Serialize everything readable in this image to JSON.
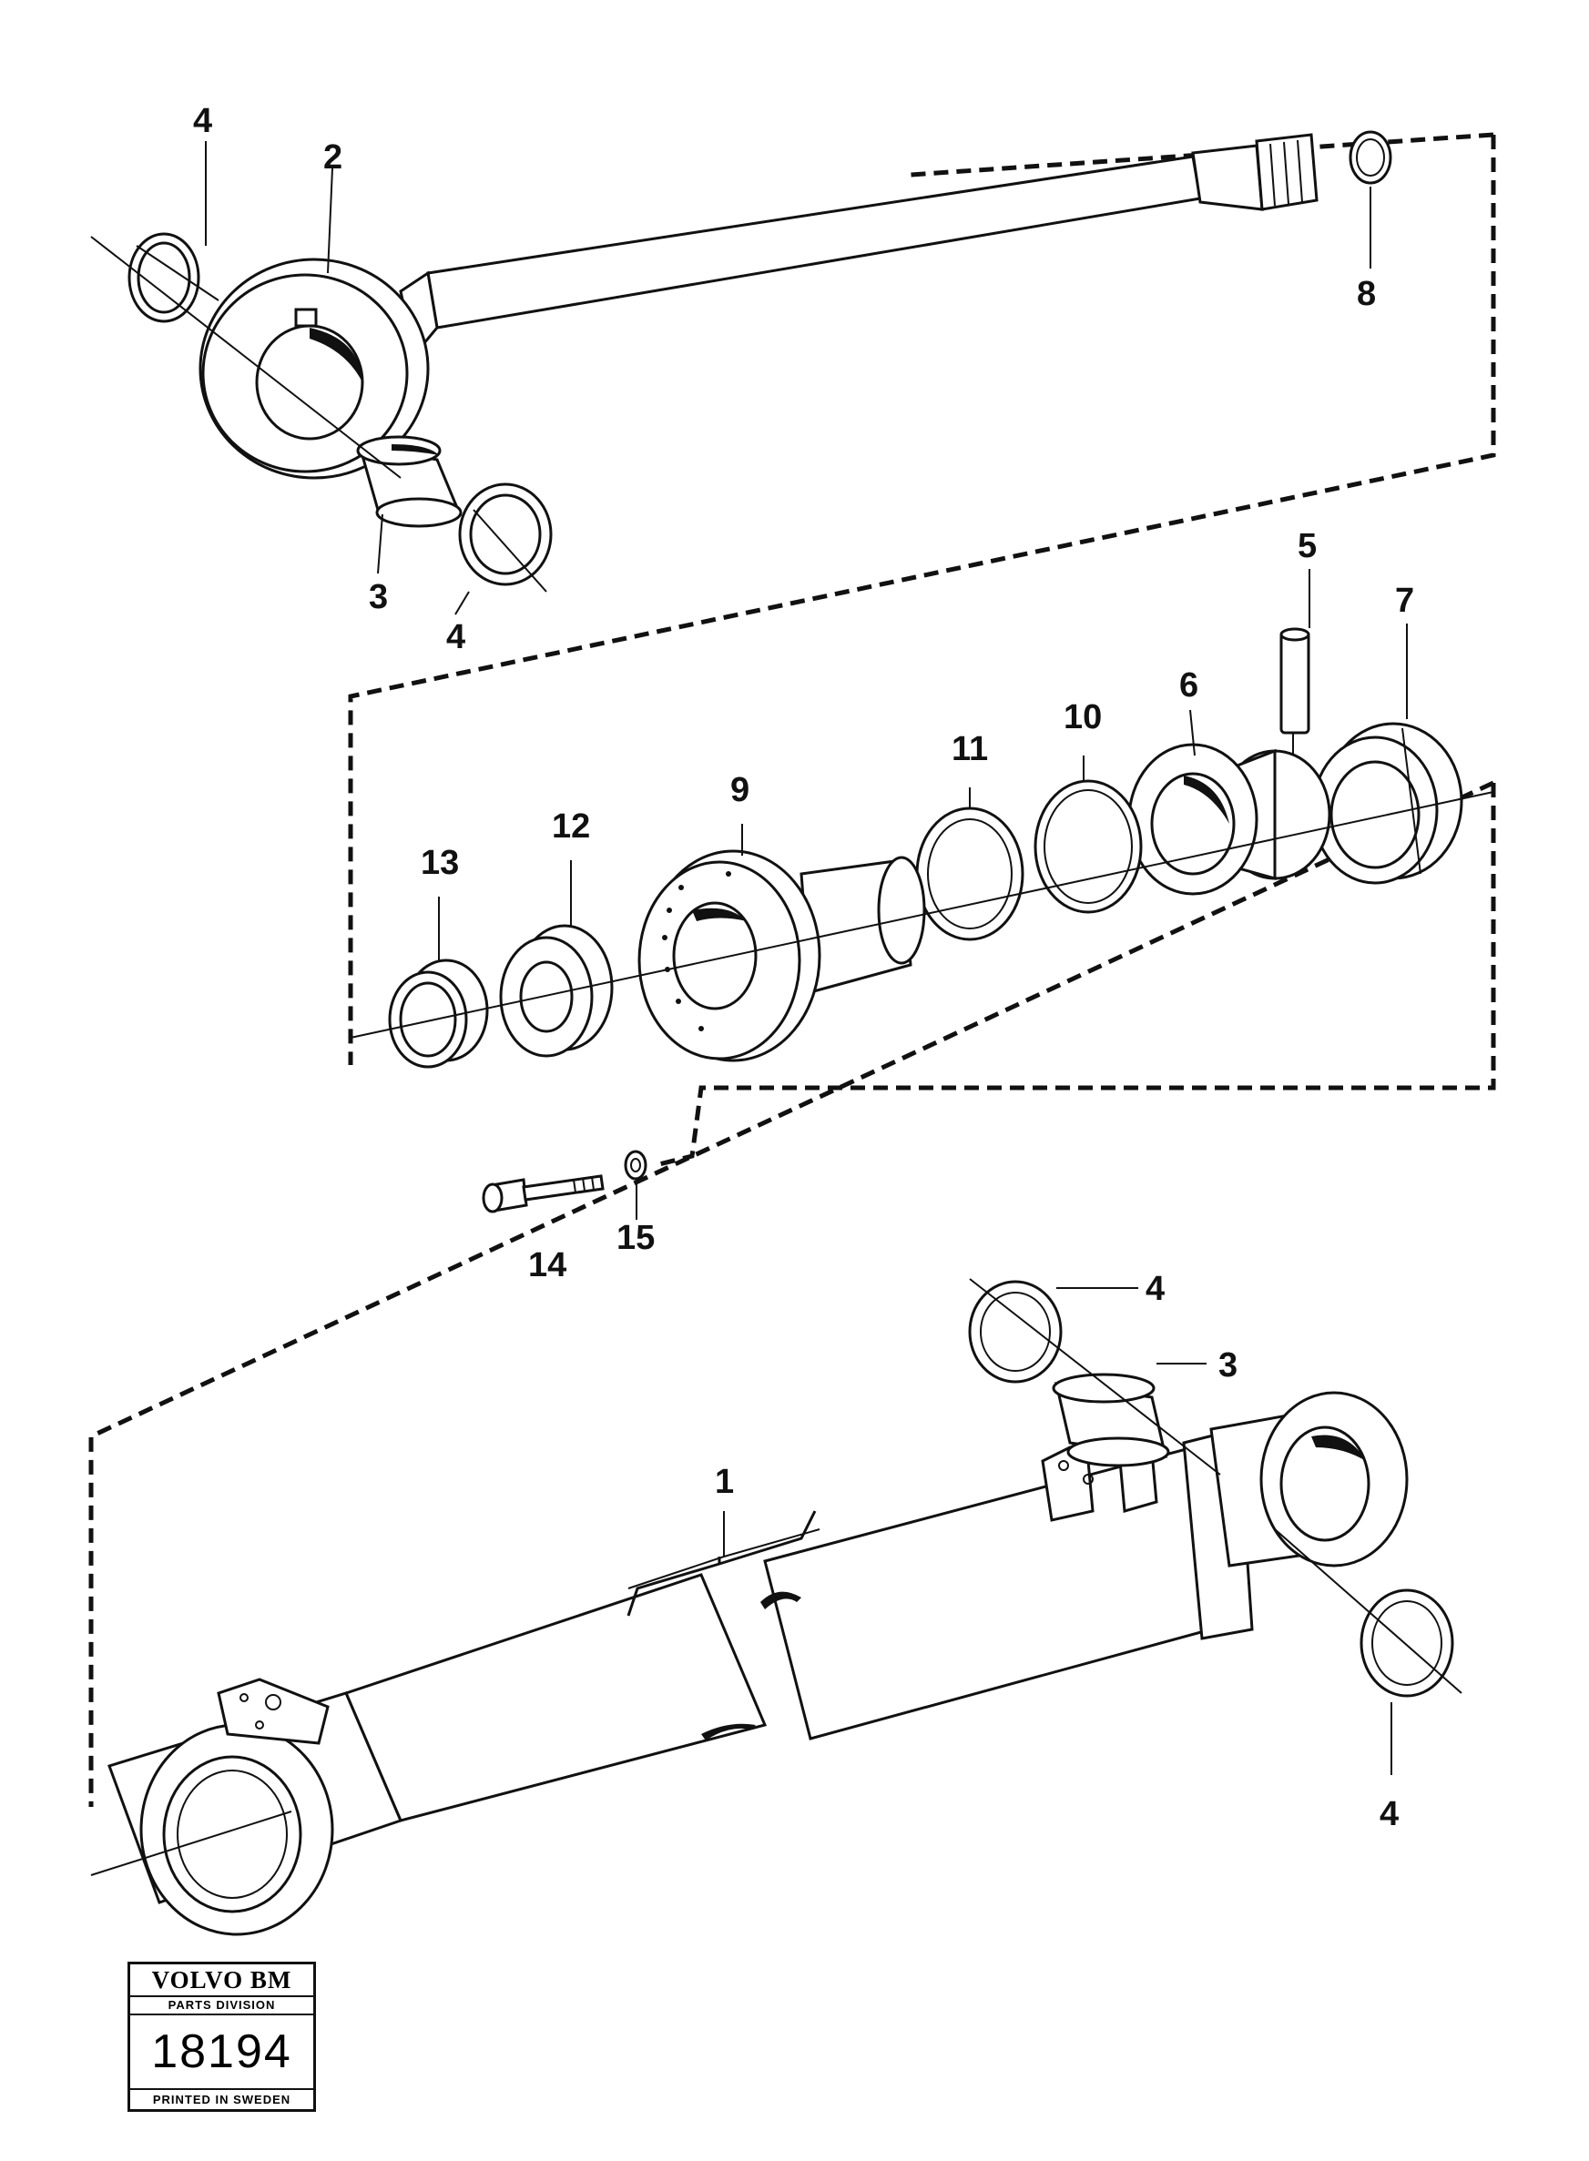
{
  "callouts": {
    "c1": "1",
    "c2": "2",
    "c3a": "3",
    "c3b": "3",
    "c4a": "4",
    "c4b": "4",
    "c4c": "4",
    "c4d": "4",
    "c5": "5",
    "c6": "6",
    "c7": "7",
    "c8": "8",
    "c9": "9",
    "c10": "10",
    "c11": "11",
    "c12": "12",
    "c13": "13",
    "c14": "14",
    "c15": "15"
  },
  "logo": {
    "brand": "VOLVO BM",
    "division": "PARTS DIVISION",
    "number": "18194",
    "printed": "PRINTED IN SWEDEN"
  }
}
